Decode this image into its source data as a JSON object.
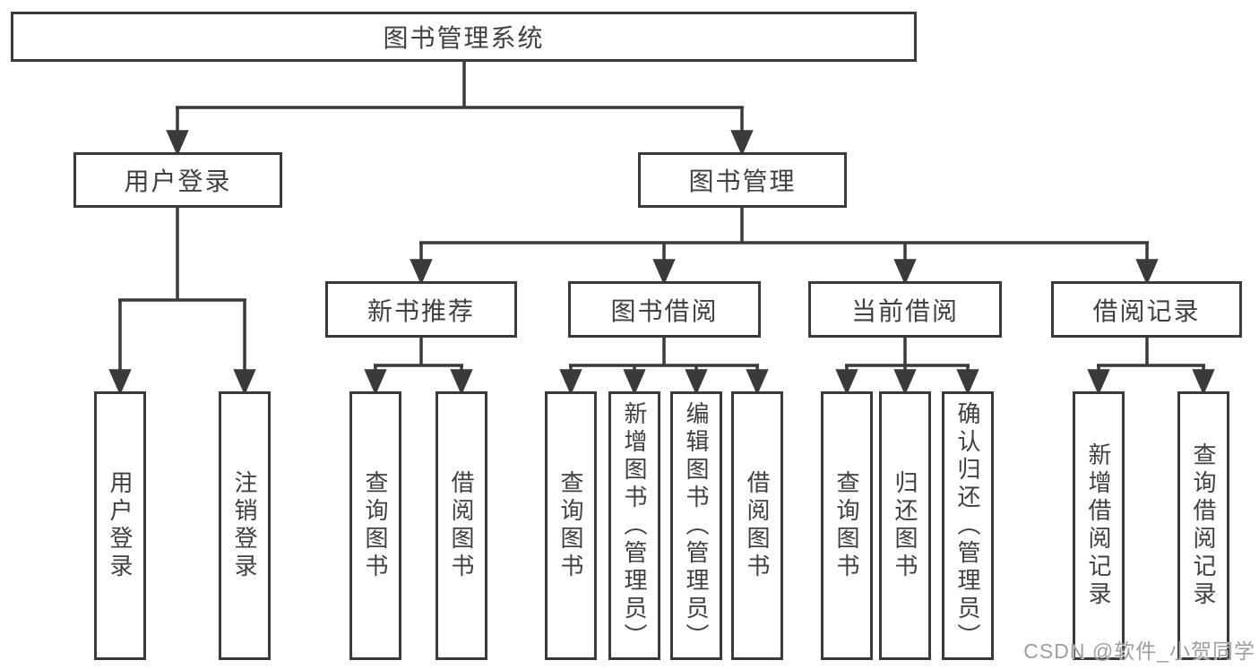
{
  "tree": {
    "label": "图书管理系统",
    "children": [
      {
        "label": "用户登录",
        "children": [
          {
            "label": "用户登录"
          },
          {
            "label": "注销登录"
          }
        ]
      },
      {
        "label": "图书管理",
        "children": [
          {
            "label": "新书推荐",
            "children": [
              {
                "label": "查询图书"
              },
              {
                "label": "借阅图书"
              }
            ]
          },
          {
            "label": "图书借阅",
            "children": [
              {
                "label": "查询图书"
              },
              {
                "label": "新增图书（管理员）"
              },
              {
                "label": "编辑图书（管理员）"
              },
              {
                "label": "借阅图书"
              }
            ]
          },
          {
            "label": "当前借阅",
            "children": [
              {
                "label": "查询图书"
              },
              {
                "label": "归还图书"
              },
              {
                "label": "确认归还（管理员）"
              }
            ]
          },
          {
            "label": "借阅记录",
            "children": [
              {
                "label": "新增借阅记录"
              },
              {
                "label": "查询借阅记录"
              }
            ]
          }
        ]
      }
    ]
  },
  "watermark": {
    "text": "CSDN @软件_小贺同学"
  },
  "colors": {
    "line": "#3a3a3a",
    "text": "#404040",
    "box_fill": "#ffffff",
    "background": "#ffffff",
    "watermark": "#9e9e9e"
  }
}
